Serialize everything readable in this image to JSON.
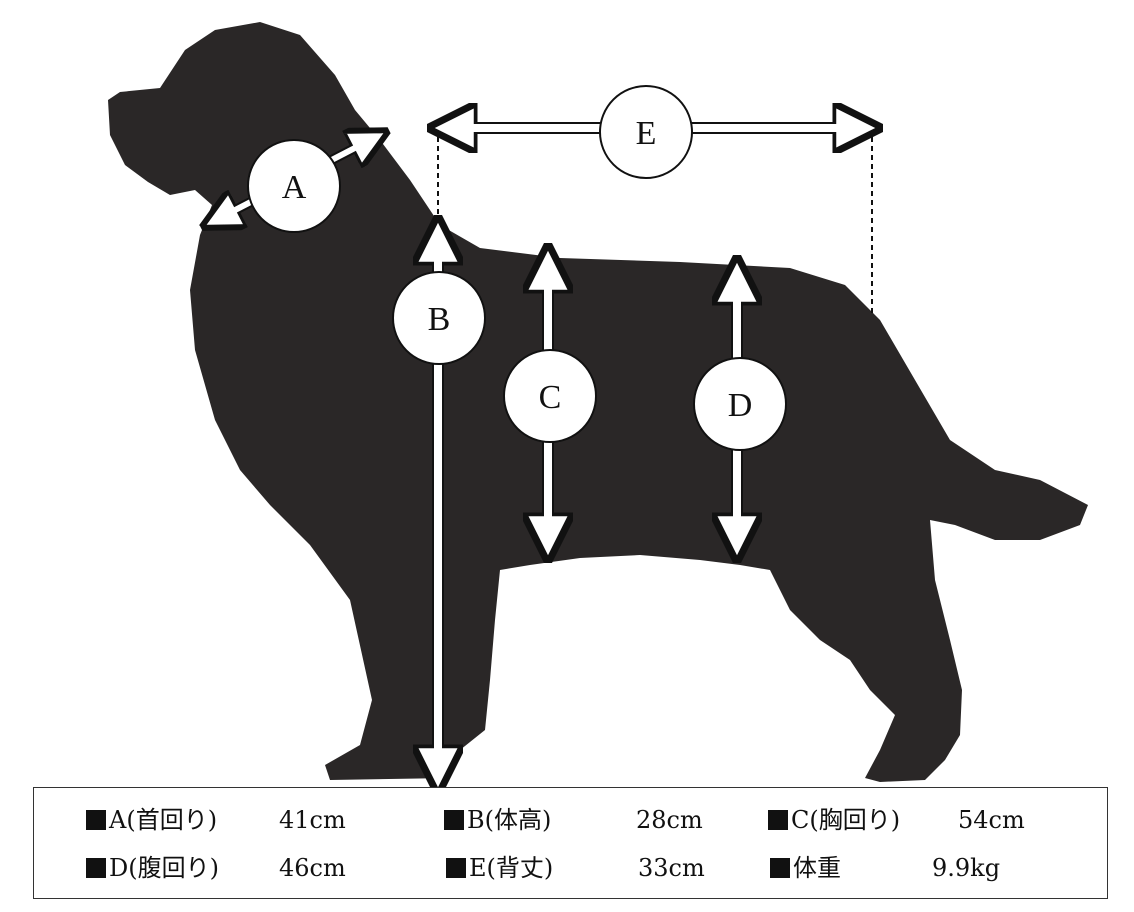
{
  "diagram": {
    "labels": {
      "a": "A",
      "b": "B",
      "c": "C",
      "d": "D",
      "e": "E"
    }
  },
  "legend": {
    "marker": "■",
    "items": [
      {
        "name": "A(首回り)",
        "value": "41cm"
      },
      {
        "name": "B(体高)",
        "value": "28cm"
      },
      {
        "name": "C(胸回り)",
        "value": "54cm"
      },
      {
        "name": "D(腹回り)",
        "value": "46cm"
      },
      {
        "name": "E(背丈)",
        "value": "33cm"
      },
      {
        "name": "体重",
        "value": "9.9kg"
      }
    ]
  },
  "colors": {
    "silhouette": "#2a2727",
    "arrow": "#ffffff",
    "outline": "#111111"
  }
}
